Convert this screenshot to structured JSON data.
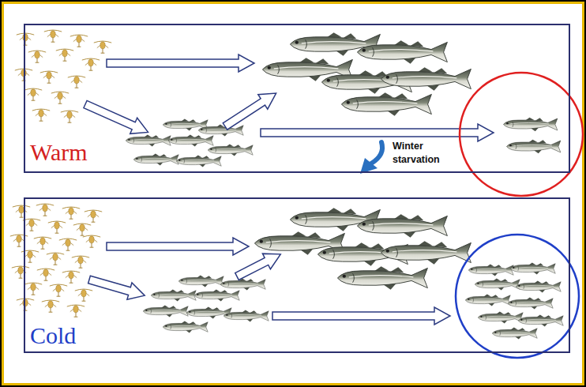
{
  "diagram": {
    "nodes": [
      {
        "text": [
          "Warm"
        ]
      },
      {
        "text": [
          "Cold"
        ]
      }
    ],
    "labels": [
      "Winter starvation"
    ]
  }
}
